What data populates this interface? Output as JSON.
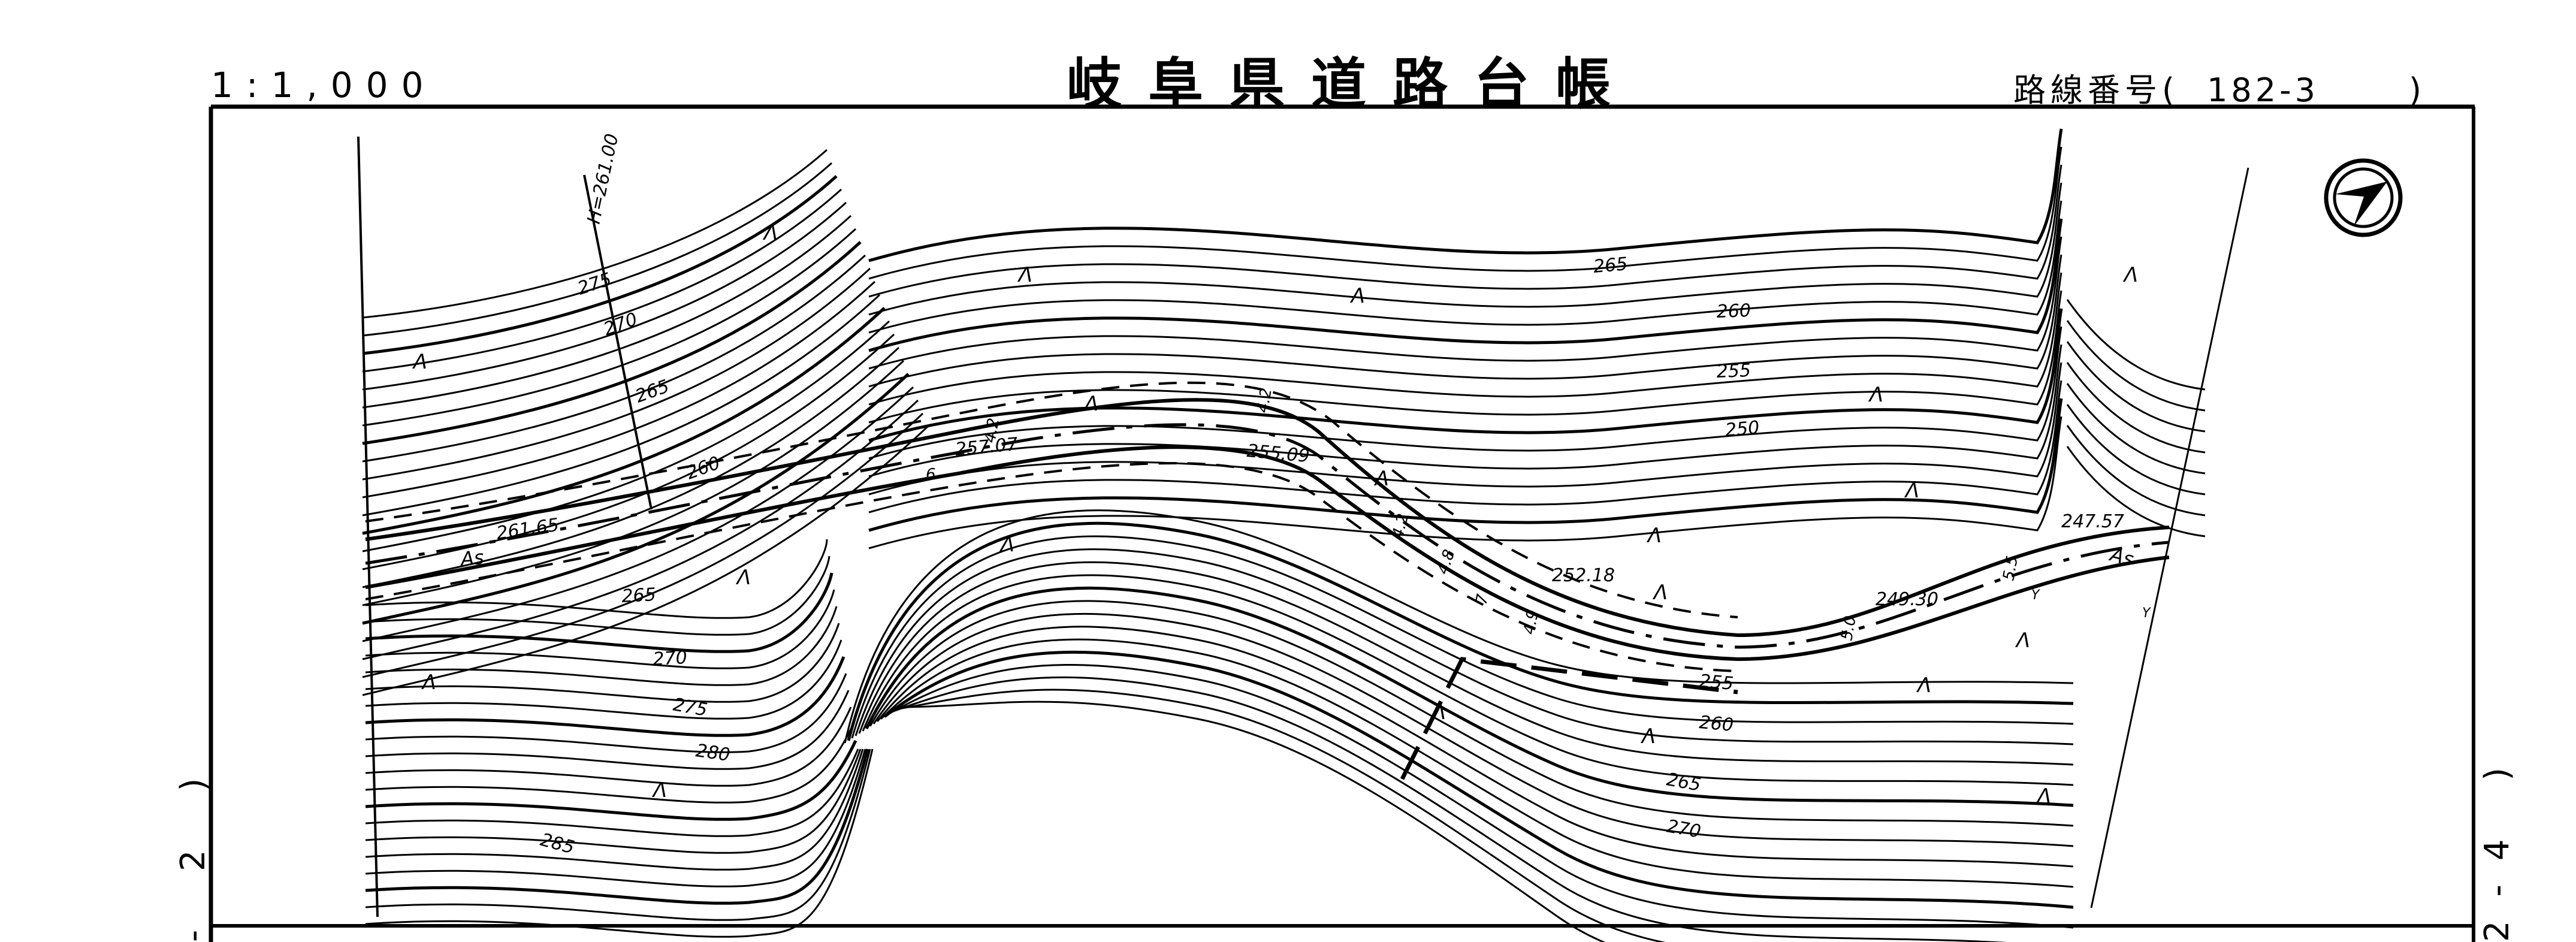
{
  "header": {
    "scale": "1:1,000",
    "title": "岐阜県道路台帳",
    "route_label": "路線番号(",
    "route_number": "182-3",
    "route_close": ")"
  },
  "side_labels": {
    "left": "2 )",
    "left_prefix": "-",
    "right": "2-4 )"
  },
  "north_arrow": {
    "icon": "north-arrow-icon"
  },
  "map": {
    "section_line_label": "H=261.00",
    "contour_labels": [
      "275",
      "270",
      "265",
      "260",
      "265",
      "260",
      "255",
      "250",
      "265",
      "270",
      "275",
      "280",
      "285",
      "255",
      "260",
      "265",
      "270"
    ],
    "elevation_points": [
      "261.65",
      "257.07",
      "255.09",
      "252.18",
      "249.30",
      "247.57"
    ],
    "pavement_labels": [
      "As",
      "As"
    ],
    "width_labels": [
      "4.2",
      "4.2",
      "4.2",
      "4.8",
      "7",
      "4.9",
      "5.0",
      "5.5",
      "6"
    ],
    "vegetation_symbol": "Λ",
    "orchard_symbol": "Y"
  }
}
